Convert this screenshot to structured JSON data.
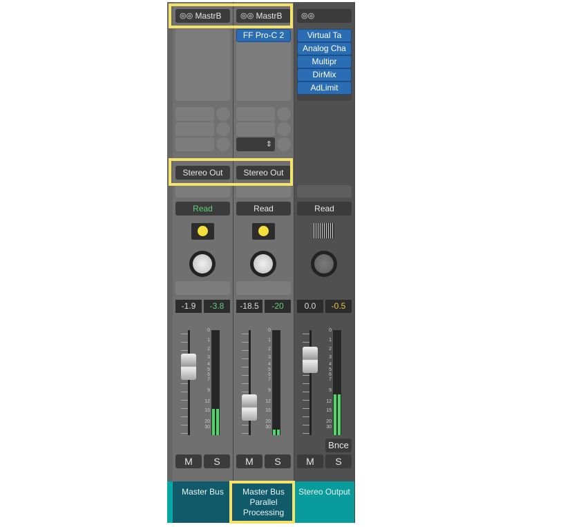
{
  "strips": [
    {
      "io": "MastrB",
      "plugins": [],
      "output": "Stereo Out",
      "automation": "Read",
      "automation_color": "#5fd07a",
      "volume": "-1.9",
      "peak": "-3.8",
      "peak_color": "#5fd07a",
      "mute": "M",
      "solo": "S",
      "name": "Master Bus",
      "name_bg": "#105a6a",
      "meter_level": 0.25
    },
    {
      "io": "MastrB",
      "plugins": [
        "FF Pro-C 2"
      ],
      "output": "Stereo Out",
      "automation": "Read",
      "automation_color": "#e6e6e6",
      "volume": "-18.5",
      "peak": "-20",
      "peak_color": "#5fd07a",
      "mute": "M",
      "solo": "S",
      "name": "Master Bus Parallel Processing",
      "name_bg": "#105a6a",
      "meter_level": 0.05
    },
    {
      "io": "",
      "plugins": [
        "Virtual Ta",
        "Analog Cha",
        "Multipr",
        "DirMix",
        "AdLimit"
      ],
      "automation": "Read",
      "automation_color": "#e6e6e6",
      "volume": "0.0",
      "peak": "-0.5",
      "peak_color": "#e8c24a",
      "bounce": "Bnce",
      "mute": "M",
      "solo": "S",
      "name": "Stereo Output",
      "name_bg": "#0a9c9c",
      "meter_level": 0.39
    }
  ],
  "scale": [
    "0",
    "1",
    "2",
    "3",
    "4",
    "5",
    "6",
    "7",
    "9",
    "12",
    "15",
    "20",
    "30"
  ],
  "highlight_color": "#f4e36b"
}
